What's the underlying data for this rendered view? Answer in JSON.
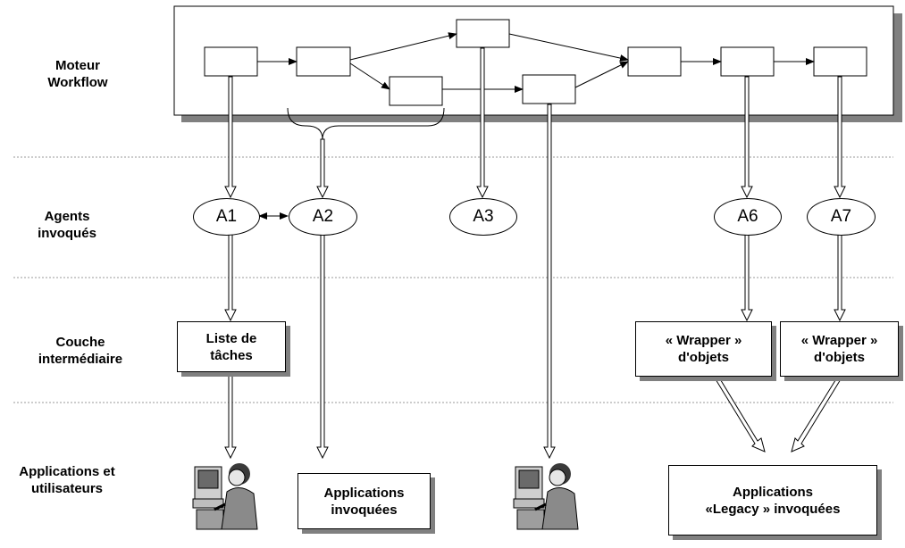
{
  "lanes": {
    "engine": [
      "Moteur",
      "Workflow"
    ],
    "agents": [
      "Agents",
      "invoqués"
    ],
    "middleware": [
      "Couche",
      "intermédiaire"
    ],
    "apps": [
      "Applications et",
      "utilisateurs"
    ]
  },
  "agents": {
    "a1": "A1",
    "a2": "A2",
    "a3": "A3",
    "a6": "A6",
    "a7": "A7"
  },
  "middleware": {
    "task_list": [
      "Liste de",
      "tâches"
    ],
    "wrapper_a": [
      "« Wrapper »",
      "d'objets"
    ],
    "wrapper_b": [
      "« Wrapper »",
      "d'objets"
    ]
  },
  "apps": {
    "invoked": [
      "Applications",
      "invoquées"
    ],
    "legacy": [
      "Applications",
      "«Legacy » invoquées"
    ]
  },
  "icons": [
    "user-at-computer-icon",
    "user-at-computer-icon"
  ]
}
